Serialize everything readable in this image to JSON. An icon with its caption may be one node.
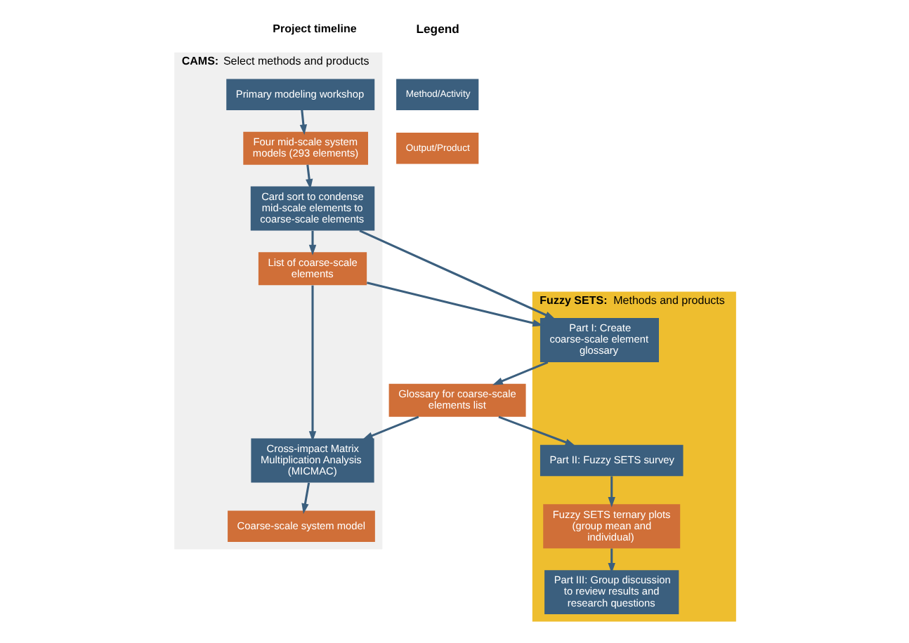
{
  "diagram": {
    "nodes": [
      {
        "text": [
          "**CAMS:** Select methods and products"
        ]
      },
      {
        "text": [
          "Primary modeling workshop"
        ],
        "in": 0
      },
      {
        "text": [
          "Four mid-scale system models (293 elements)"
        ],
        "in": 0
      },
      {
        "text": [
          "Card sort to condense mid-scale elements to coarse-scale elements"
        ],
        "in": 0
      },
      {
        "text": [
          "List of coarse-scale elements"
        ],
        "in": 0
      },
      {
        "text": [
          "Cross-impact Matrix Multiplication Analysis (MICMAC)"
        ],
        "in": 0
      },
      {
        "text": [
          "Coarse-scale system model"
        ],
        "in": 0
      },
      {
        "text": [
          "**Fuzzy SETS:** Methods and products"
        ]
      },
      {
        "text": [
          "Glossary for coarse-scale elements list"
        ]
      },
      {
        "text": [
          "Part I: Create coarse-scale element glossary"
        ],
        "in": 7
      },
      {
        "text": [
          "Part II: Fuzzy SETS survey"
        ],
        "in": 7
      },
      {
        "text": [
          "Fuzzy SETS ternary plots (group mean and individual)"
        ],
        "in": 7
      },
      {
        "text": [
          "Part III: Group discussion to review results and research questions"
        ],
        "in": 7
      }
    ],
    "edges": [
      {
        "from": 1,
        "to": 2,
        "arrow": "to"
      },
      {
        "from": 2,
        "to": 3,
        "arrow": "to"
      },
      {
        "from": 3,
        "to": 4,
        "arrow": "to"
      },
      {
        "from": 3,
        "to": 9,
        "arrow": "to"
      },
      {
        "from": 4,
        "to": 9,
        "arrow": "to"
      },
      {
        "from": 4,
        "to": 5,
        "arrow": "to"
      },
      {
        "from": 5,
        "to": 6,
        "arrow": "to"
      },
      {
        "from": 9,
        "to": 8,
        "arrow": "to"
      },
      {
        "from": 8,
        "to": 5,
        "arrow": "to"
      },
      {
        "from": 8,
        "to": 10,
        "arrow": "to"
      },
      {
        "from": 10,
        "to": 11,
        "arrow": "to"
      },
      {
        "from": 11,
        "to": 12,
        "arrow": "to"
      }
    ],
    "labels": [
      "Project timeline",
      "Legend"
    ],
    "legend": [
      {
        "text": "Method/Activity",
        "color": "#3b5f7e"
      },
      {
        "text": "Output/Product",
        "color": "#d06f38"
      }
    ]
  }
}
